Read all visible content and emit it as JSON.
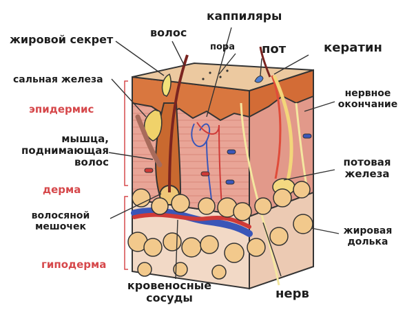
{
  "labels": {
    "sebum": "жировой секрет",
    "hair": "волос",
    "capillaries": "каппиляры",
    "pore": "пора",
    "sweat": "пот",
    "keratin": "кератин",
    "sebaceous_gland": "сальная железа",
    "nerve_ending_1": "нервное",
    "nerve_ending_2": "окончание",
    "epidermis": "эпидермис",
    "muscle_1": "мышца,",
    "muscle_2": "поднимающая",
    "muscle_3": "волос",
    "sweat_gland_1": "потовая",
    "sweat_gland_2": "железа",
    "dermis": "дерма",
    "follicle_1": "волосяной",
    "follicle_2": "мешочек",
    "fat_lobule_1": "жировая",
    "fat_lobule_2": "долька",
    "hypodermis": "гиподерма",
    "vessels_1": "кровеносные",
    "vessels_2": "сосуды",
    "nerve": "нерв"
  },
  "colors": {
    "label_text": "#1d1d1d",
    "layer_label": "#d6484b",
    "skin_surface": "#ecc9a0",
    "epidermis": "#d9773f",
    "dermis": "#e8a090",
    "fat": "#f2c98c",
    "artery": "#cf3a37",
    "vein": "#3a56b8",
    "hair": "#7a2420"
  }
}
